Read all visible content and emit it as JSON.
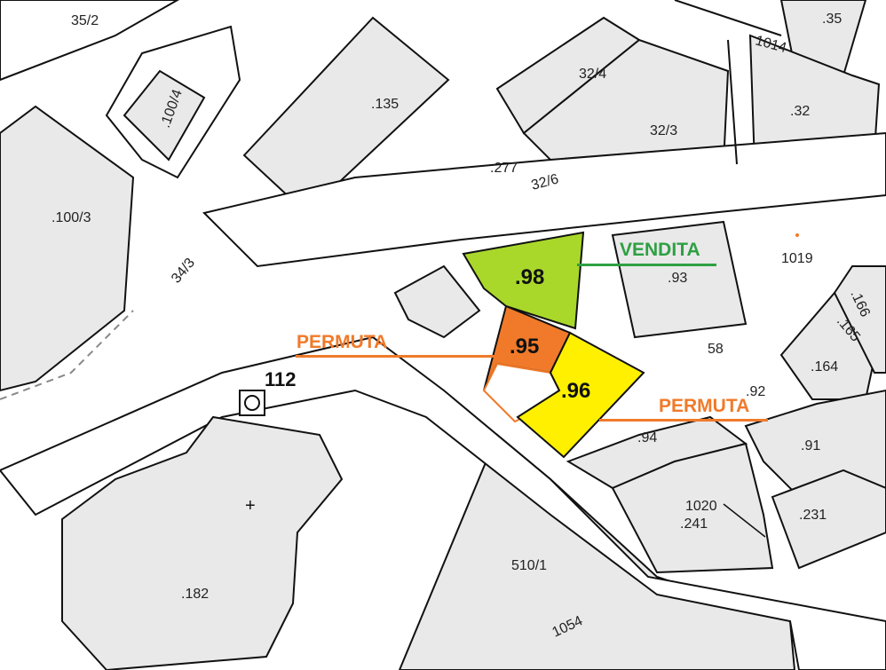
{
  "map": {
    "parcels": {
      "p35_2": "35/2",
      "p100_4": ".100/4",
      "p135": ".135",
      "p32_4": "32/4",
      "p32_3": "32/3",
      "p277": ".277",
      "p32_6": "32/6",
      "p1014": "1014",
      "p35": ".35",
      "p32": ".32",
      "p100_3": ".100/3",
      "p34_3": "34/3",
      "p93": ".93",
      "p1019": "1019",
      "p166": ".166",
      "p165": ".165",
      "p164": ".164",
      "p58": "58",
      "p92": ".92",
      "p94": ".94",
      "p91": ".91",
      "p1020": "1020",
      "p241": ".241",
      "p231": ".231",
      "p112": "112",
      "p182": ".182",
      "p510_1": "510/1",
      "p1054": "1054"
    },
    "highlighted": [
      {
        "label": ".98",
        "color": "#a9d82b",
        "status": "VENDITA"
      },
      {
        "label": ".95",
        "color": "#f07a2a",
        "status": "PERMUTA"
      },
      {
        "label": ".96",
        "color": "#fff000",
        "status": "PERMUTA"
      }
    ],
    "annotations": {
      "vendita": "VENDITA",
      "permuta_left": "PERMUTA",
      "permuta_right": "PERMUTA"
    },
    "colors": {
      "vendita": "#2ea043",
      "permuta": "#f07a2a"
    }
  }
}
